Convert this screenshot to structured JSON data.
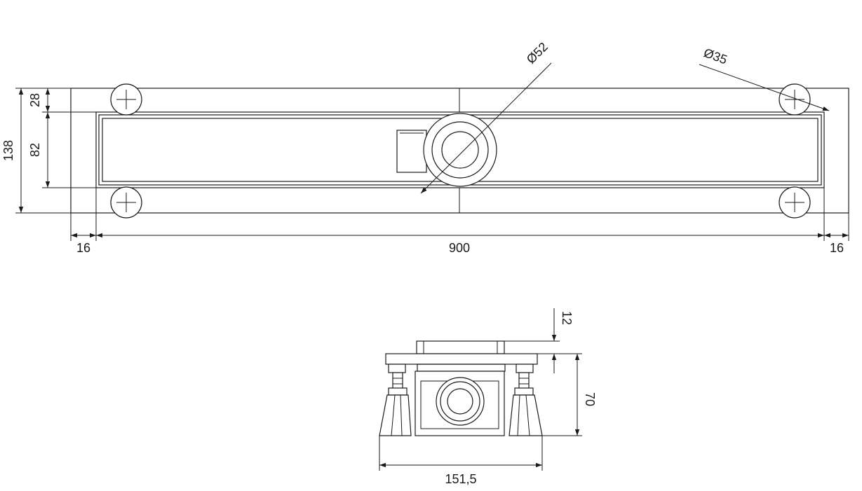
{
  "dimensions": {
    "overall_height": "138",
    "top_offset": "28",
    "channel_width": "82",
    "left_margin": "16",
    "length": "900",
    "right_margin": "16",
    "outlet_diameter": "Ø52",
    "fixing_hole_diameter": "Ø35",
    "grate_height": "12",
    "body_height": "70",
    "base_width": "151,5"
  }
}
